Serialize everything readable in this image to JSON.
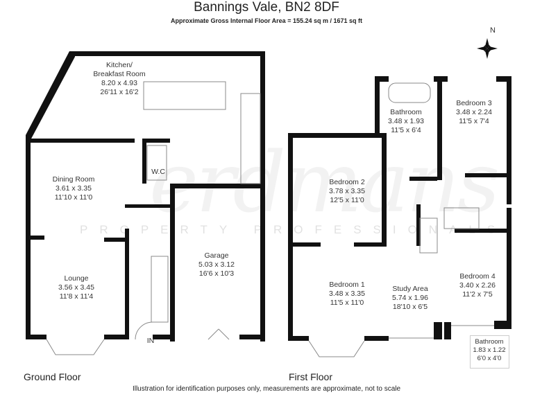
{
  "title": "Bannings Vale, BN2 8DF",
  "subtitle": "Approximate Gross Internal Floor Area = 155.24 sq m / 1671 sq ft",
  "watermark": {
    "brand": "erdmans",
    "tagline": "PROPERTY PROFESSIONALS"
  },
  "compass": {
    "label": "N",
    "icon": "compass-rose-icon"
  },
  "ground_floor": {
    "label": "Ground Floor",
    "entrance": "IN",
    "rooms": [
      {
        "name": "Kitchen/\nBreakfast Room",
        "metric": "8.20 x 4.93",
        "imperial": "26'11 x 16'2"
      },
      {
        "name": "Dining Room",
        "metric": "3.61 x 3.35",
        "imperial": "11'10 x 11'0"
      },
      {
        "name": "W.C",
        "metric": "",
        "imperial": ""
      },
      {
        "name": "Garage",
        "metric": "5.03 x 3.12",
        "imperial": "16'6 x 10'3"
      },
      {
        "name": "Lounge",
        "metric": "3.56 x 3.45",
        "imperial": "11'8 x 11'4"
      }
    ]
  },
  "first_floor": {
    "label": "First Floor",
    "rooms": [
      {
        "name": "Bathroom",
        "metric": "3.48 x 1.93",
        "imperial": "11'5 x 6'4"
      },
      {
        "name": "Bedroom 3",
        "metric": "3.48 x 2.24",
        "imperial": "11'5 x 7'4"
      },
      {
        "name": "Bedroom 2",
        "metric": "3.78 x 3.35",
        "imperial": "12'5 x 11'0"
      },
      {
        "name": "Bedroom 1",
        "metric": "3.48 x 3.35",
        "imperial": "11'5 x 11'0"
      },
      {
        "name": "Study Area",
        "metric": "5.74 x 1.96",
        "imperial": "18'10 x 6'5"
      },
      {
        "name": "Bedroom 4",
        "metric": "3.40 x 2.26",
        "imperial": "11'2 x 7'5"
      },
      {
        "name": "Bathroom",
        "metric": "1.83 x 1.22",
        "imperial": "6'0 x 4'0"
      }
    ]
  },
  "footer": "Illustration for identification purposes only, measurements are approximate, not to scale"
}
